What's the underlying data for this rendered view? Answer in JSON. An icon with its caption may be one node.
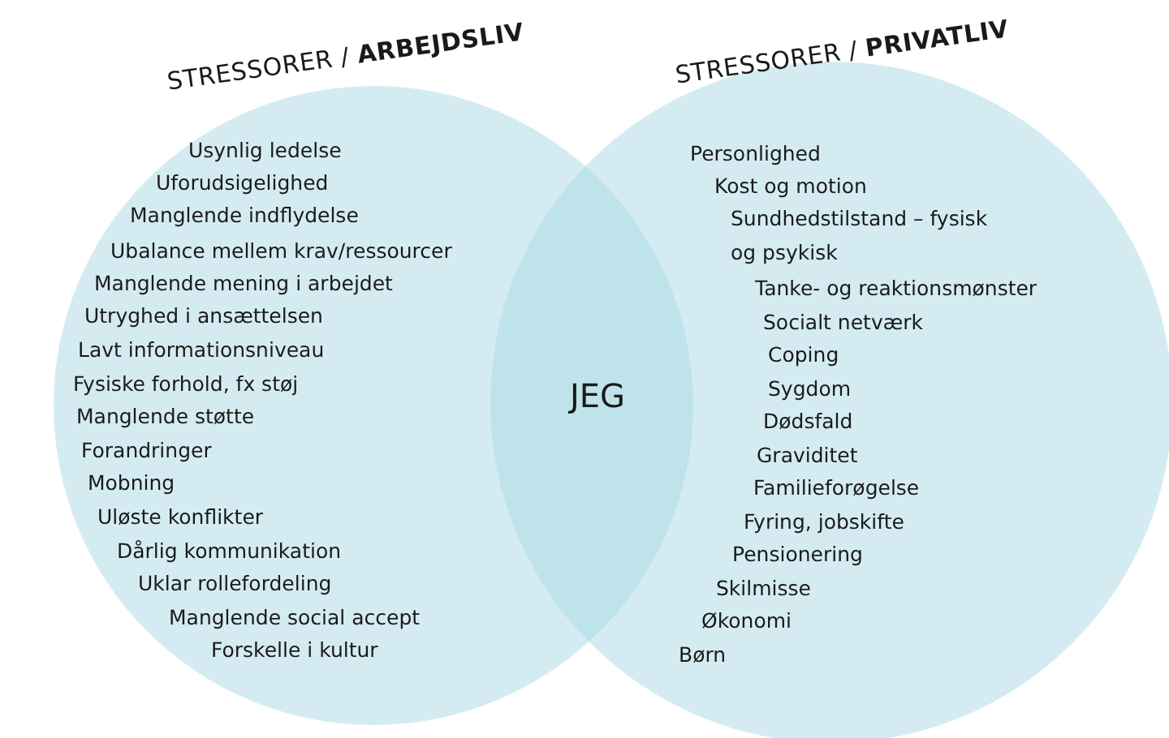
{
  "diagram": {
    "nodes": [
      {
        "text": [
          "STRESSORER / **ARBEJDSLIV**",
          "Usynlig ledelse",
          "Uforudsigelighed",
          "Manglende indflydelse",
          "Ubalance mellem krav/ressourcer",
          "Manglende mening i arbejdet",
          "Utryghed i ansættelsen",
          "Lavt informationsniveau",
          "Fysiske forhold, fx støj",
          "Manglende støtte",
          "Forandringer",
          "Mobning",
          "Uløste konflikter",
          "Dårlig kommunikation",
          "Uklar rollefordeling",
          "Manglende social accept",
          "Forskelle i kultur"
        ]
      },
      {
        "text": [
          "STRESSORER / **PRIVATLIV**",
          "Personlighed",
          "Kost og motion",
          "Sundhedstilstand – fysisk og psykisk",
          "Tanke- og reaktionsmønster",
          "Socialt netværk",
          "Coping",
          "Sygdom",
          "Dødsfald",
          "Graviditet",
          "Familieforøgelse",
          "Fyring, jobskifte",
          "Pensionering",
          "Skilmisse",
          "Økonomi",
          "Børn"
        ]
      }
    ],
    "labels": [
      "JEG"
    ]
  }
}
